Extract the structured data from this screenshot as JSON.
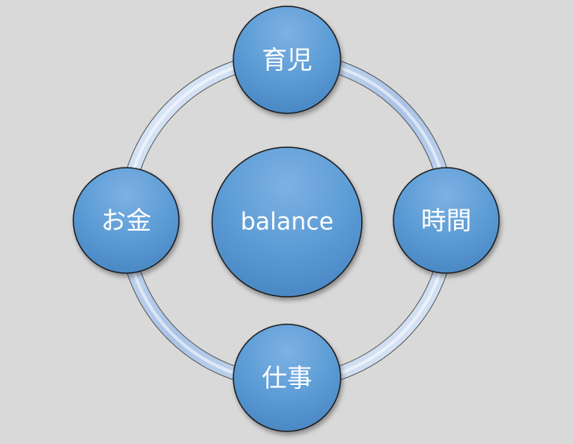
{
  "diagram": {
    "center": {
      "label": "balance"
    },
    "nodes": [
      {
        "label": "育児"
      },
      {
        "label": "時間"
      },
      {
        "label": "仕事"
      },
      {
        "label": "お金"
      }
    ],
    "colors": {
      "background": "#d9d9d9",
      "node_fill": "#5b9bd5",
      "node_outline": "#1f1f1f",
      "ring": "#aec6e8"
    }
  }
}
